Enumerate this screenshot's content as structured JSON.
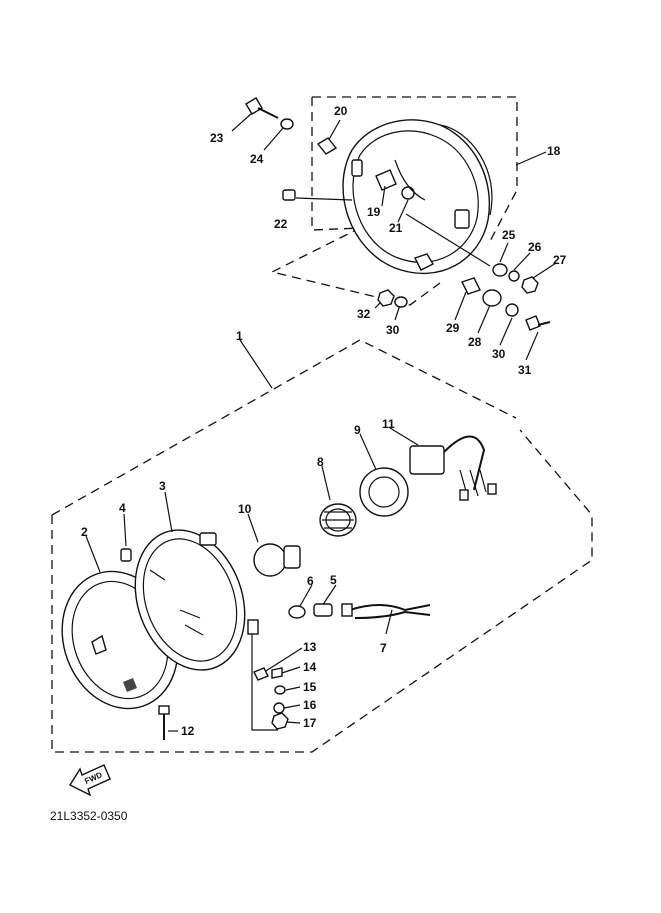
{
  "diagram_code": "21L3352-0350",
  "fwd_label": "FWD",
  "colors": {
    "line": "#111111",
    "background": "#ffffff"
  },
  "callouts": [
    "1",
    "2",
    "3",
    "4",
    "5",
    "6",
    "7",
    "8",
    "9",
    "10",
    "11",
    "12",
    "13",
    "14",
    "15",
    "16",
    "17",
    "18",
    "19",
    "20",
    "21",
    "22",
    "23",
    "24",
    "25",
    "26",
    "27",
    "28",
    "29",
    "30",
    "30",
    "31",
    "32"
  ]
}
